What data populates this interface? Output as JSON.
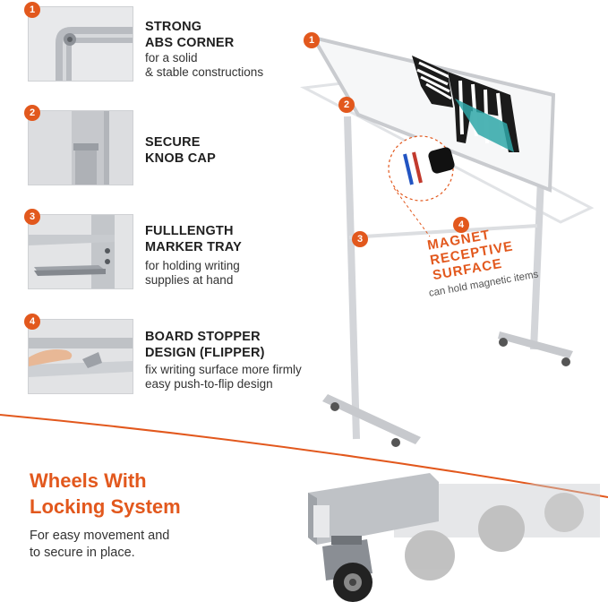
{
  "features": [
    {
      "number": "1",
      "title_line1": "STRONG",
      "title_line2": "ABS CORNER",
      "desc_line1": "for a solid",
      "desc_line2": "& stable constructions"
    },
    {
      "number": "2",
      "title_line1": "SECURE",
      "title_line2": "KNOB CAP"
    },
    {
      "number": "3",
      "title_line1": "FULLLENGTH",
      "title_line2": "MARKER TRAY",
      "desc_line1": "for holding writing",
      "desc_line2": "supplies at hand"
    },
    {
      "number": "4",
      "title_line1": "BOARD STOPPER",
      "title_line2": "DESIGN (FLIPPER)",
      "desc_line1": "fix writing surface more firmly",
      "desc_line2": "easy push-to-flip design"
    }
  ],
  "board_callouts": [
    "1",
    "2",
    "3",
    "4"
  ],
  "magnet": {
    "line1": "MAGNET",
    "line2": "RECEPTIVE",
    "line3": "SURFACE",
    "sub": "can hold magnetic items"
  },
  "wheels": {
    "title_line1": "Wheels With",
    "title_line2": "Locking System",
    "desc_line1": "For easy movement and",
    "desc_line2": "to secure in place."
  },
  "colors": {
    "accent": "#e2581d",
    "frame": "#c9cbcf",
    "thumb_bg": "#e6e7e9",
    "teal": "#2fa7a8"
  }
}
